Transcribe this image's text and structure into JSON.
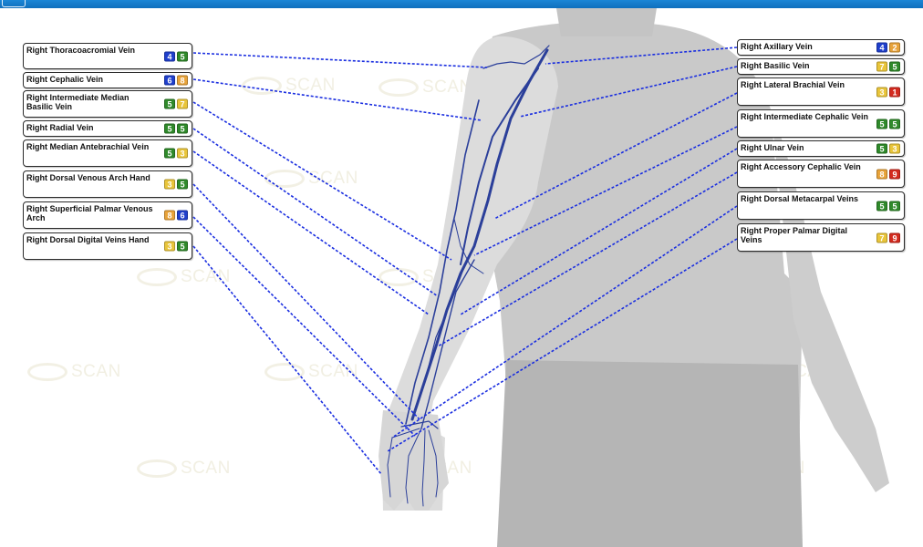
{
  "watermark": "SCAN",
  "colors": {
    "blue": "#1f3fcc",
    "green": "#2f8a2a",
    "amber": "#e8a33a",
    "yellow": "#e9c53a",
    "red": "#d42a1e",
    "line": "#1a2ee0",
    "vein": "#2b3f9a"
  },
  "left_labels": [
    {
      "text": "Right Thoracoacromial Vein",
      "badges": [
        {
          "v": "4",
          "c": "blue"
        },
        {
          "v": "5",
          "c": "green"
        }
      ]
    },
    {
      "text": "Right Cephalic Vein",
      "badges": [
        {
          "v": "6",
          "c": "blue"
        },
        {
          "v": "8",
          "c": "amber"
        }
      ]
    },
    {
      "text": "Right Intermediate Median Basilic Vein",
      "badges": [
        {
          "v": "5",
          "c": "green"
        },
        {
          "v": "7",
          "c": "yellow"
        }
      ]
    },
    {
      "text": "Right Radial Vein",
      "badges": [
        {
          "v": "5",
          "c": "green"
        },
        {
          "v": "5",
          "c": "green"
        }
      ]
    },
    {
      "text": "Right Median Antebrachial Vein",
      "badges": [
        {
          "v": "5",
          "c": "green"
        },
        {
          "v": "3",
          "c": "yellow"
        }
      ]
    },
    {
      "text": "Right Dorsal Venous Arch Hand",
      "badges": [
        {
          "v": "3",
          "c": "yellow"
        },
        {
          "v": "5",
          "c": "green"
        }
      ]
    },
    {
      "text": "Right Superficial Palmar Venous Arch",
      "badges": [
        {
          "v": "8",
          "c": "amber"
        },
        {
          "v": "6",
          "c": "blue"
        }
      ]
    },
    {
      "text": "Right Dorsal Digital Veins Hand",
      "badges": [
        {
          "v": "3",
          "c": "yellow"
        },
        {
          "v": "5",
          "c": "green"
        }
      ]
    }
  ],
  "right_labels": [
    {
      "text": "Right Axillary Vein",
      "badges": [
        {
          "v": "4",
          "c": "blue"
        },
        {
          "v": "2",
          "c": "amber"
        }
      ]
    },
    {
      "text": "Right Basilic Vein",
      "badges": [
        {
          "v": "7",
          "c": "yellow"
        },
        {
          "v": "5",
          "c": "green"
        }
      ]
    },
    {
      "text": "Right Lateral Brachial Vein",
      "badges": [
        {
          "v": "3",
          "c": "yellow"
        },
        {
          "v": "1",
          "c": "red"
        }
      ]
    },
    {
      "text": "Right Intermediate Cephalic Vein",
      "badges": [
        {
          "v": "5",
          "c": "green"
        },
        {
          "v": "5",
          "c": "green"
        }
      ]
    },
    {
      "text": "Right Ulnar Vein",
      "badges": [
        {
          "v": "5",
          "c": "green"
        },
        {
          "v": "3",
          "c": "yellow"
        }
      ]
    },
    {
      "text": "Right Accessory Cephalic Vein",
      "badges": [
        {
          "v": "8",
          "c": "amber"
        },
        {
          "v": "9",
          "c": "red"
        }
      ]
    },
    {
      "text": "Right Dorsal Metacarpal Veins",
      "badges": [
        {
          "v": "5",
          "c": "green"
        },
        {
          "v": "5",
          "c": "green"
        }
      ]
    },
    {
      "text": "Right Proper Palmar Digital Veins",
      "badges": [
        {
          "v": "7",
          "c": "yellow"
        },
        {
          "v": "9",
          "c": "red"
        }
      ]
    }
  ]
}
